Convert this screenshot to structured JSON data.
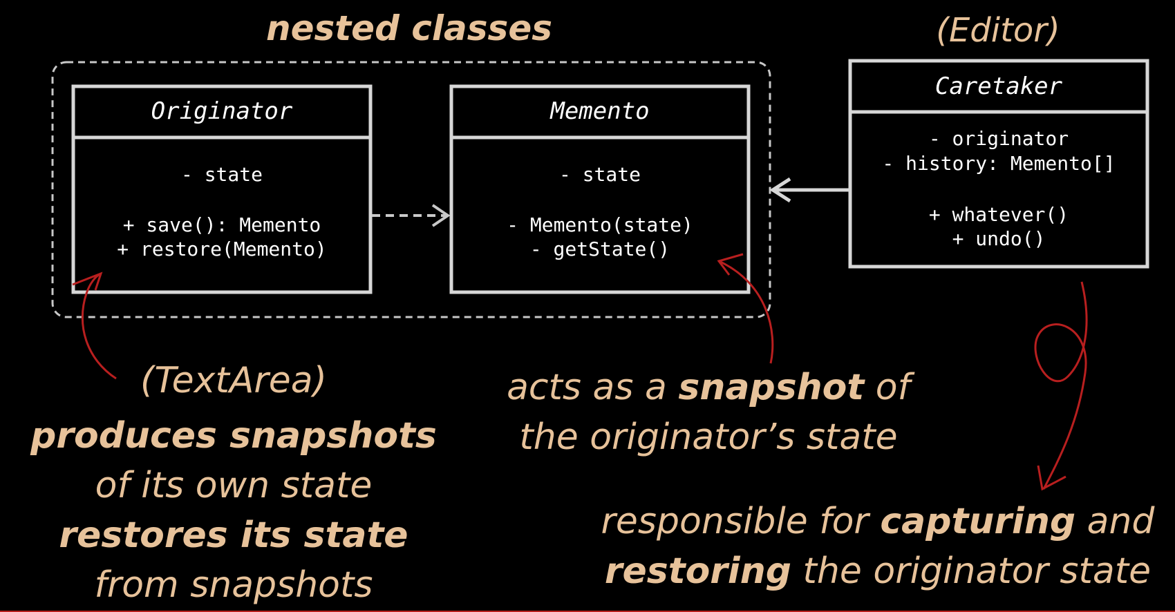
{
  "group": {
    "title": "nested classes"
  },
  "originator": {
    "title": "Originator",
    "members": [
      "- state",
      "+ save(): Memento",
      "+ restore(Memento)"
    ],
    "role": "(TextArea)",
    "desc": [
      {
        "parts": [
          {
            "text": "produces snapshots",
            "bold": true
          }
        ]
      },
      {
        "parts": [
          {
            "text": "of its own state",
            "bold": false
          }
        ]
      },
      {
        "parts": [
          {
            "text": "restores its state",
            "bold": true
          }
        ]
      },
      {
        "parts": [
          {
            "text": "from snapshots",
            "bold": false
          }
        ]
      }
    ]
  },
  "memento": {
    "title": "Memento",
    "members": [
      "- state",
      "- Memento(state)",
      "- getState()"
    ],
    "desc": [
      {
        "parts": [
          {
            "text": "acts as a ",
            "bold": false
          },
          {
            "text": "snapshot",
            "bold": true
          },
          {
            "text": " of",
            "bold": false
          }
        ]
      },
      {
        "parts": [
          {
            "text": "the originator’s state",
            "bold": false
          }
        ]
      }
    ]
  },
  "caretaker": {
    "title": "Caretaker",
    "role": "(Editor)",
    "members": [
      "- originator",
      "- history: Memento[]",
      "+ whatever()",
      "+ undo()"
    ],
    "desc": [
      {
        "parts": [
          {
            "text": "responsible for ",
            "bold": false
          },
          {
            "text": "capturing",
            "bold": true
          },
          {
            "text": " and",
            "bold": false
          }
        ]
      },
      {
        "parts": [
          {
            "text": "restoring",
            "bold": true
          },
          {
            "text": " the originator state",
            "bold": false
          }
        ]
      }
    ]
  },
  "colors": {
    "background": "#000000",
    "label": "#e7c29a",
    "box_stroke": "#d7d7d7",
    "dashed": "#c8c8c8",
    "annotation_arrow": "#b81f1f"
  }
}
